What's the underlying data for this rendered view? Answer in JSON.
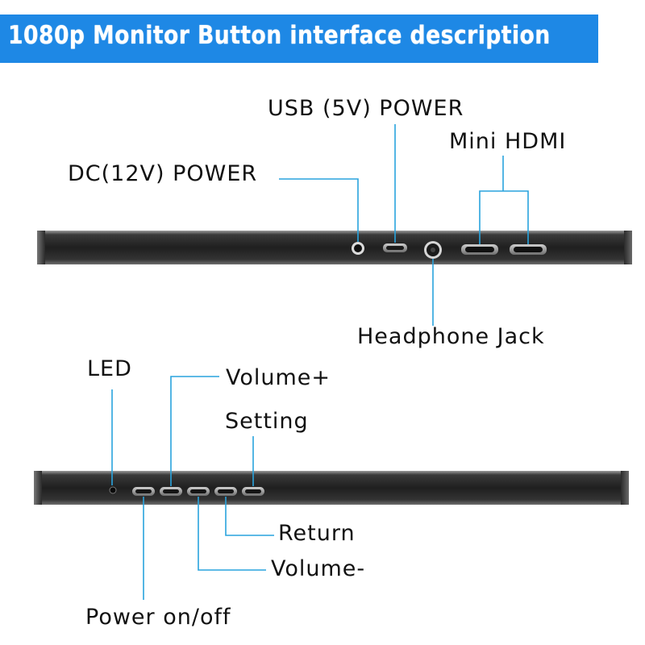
{
  "title": "1080p Monitor Button interface description",
  "colors": {
    "banner": "#1e88e5",
    "callout_line": "#29a3dd",
    "panel_dark": "#262626",
    "panel_light": "#8a8a8a"
  },
  "top_panel": {
    "labels": {
      "usb": "USB (5V) POWER",
      "mini_hdmi": "Mini HDMI",
      "dc": "DC(12V) POWER",
      "headphone": "Headphone Jack"
    }
  },
  "bottom_panel": {
    "labels": {
      "led": "LED",
      "volume_plus": "Volume+",
      "setting": "Setting",
      "return": "Return",
      "volume_minus": "Volume-",
      "power": "Power on/off"
    }
  }
}
